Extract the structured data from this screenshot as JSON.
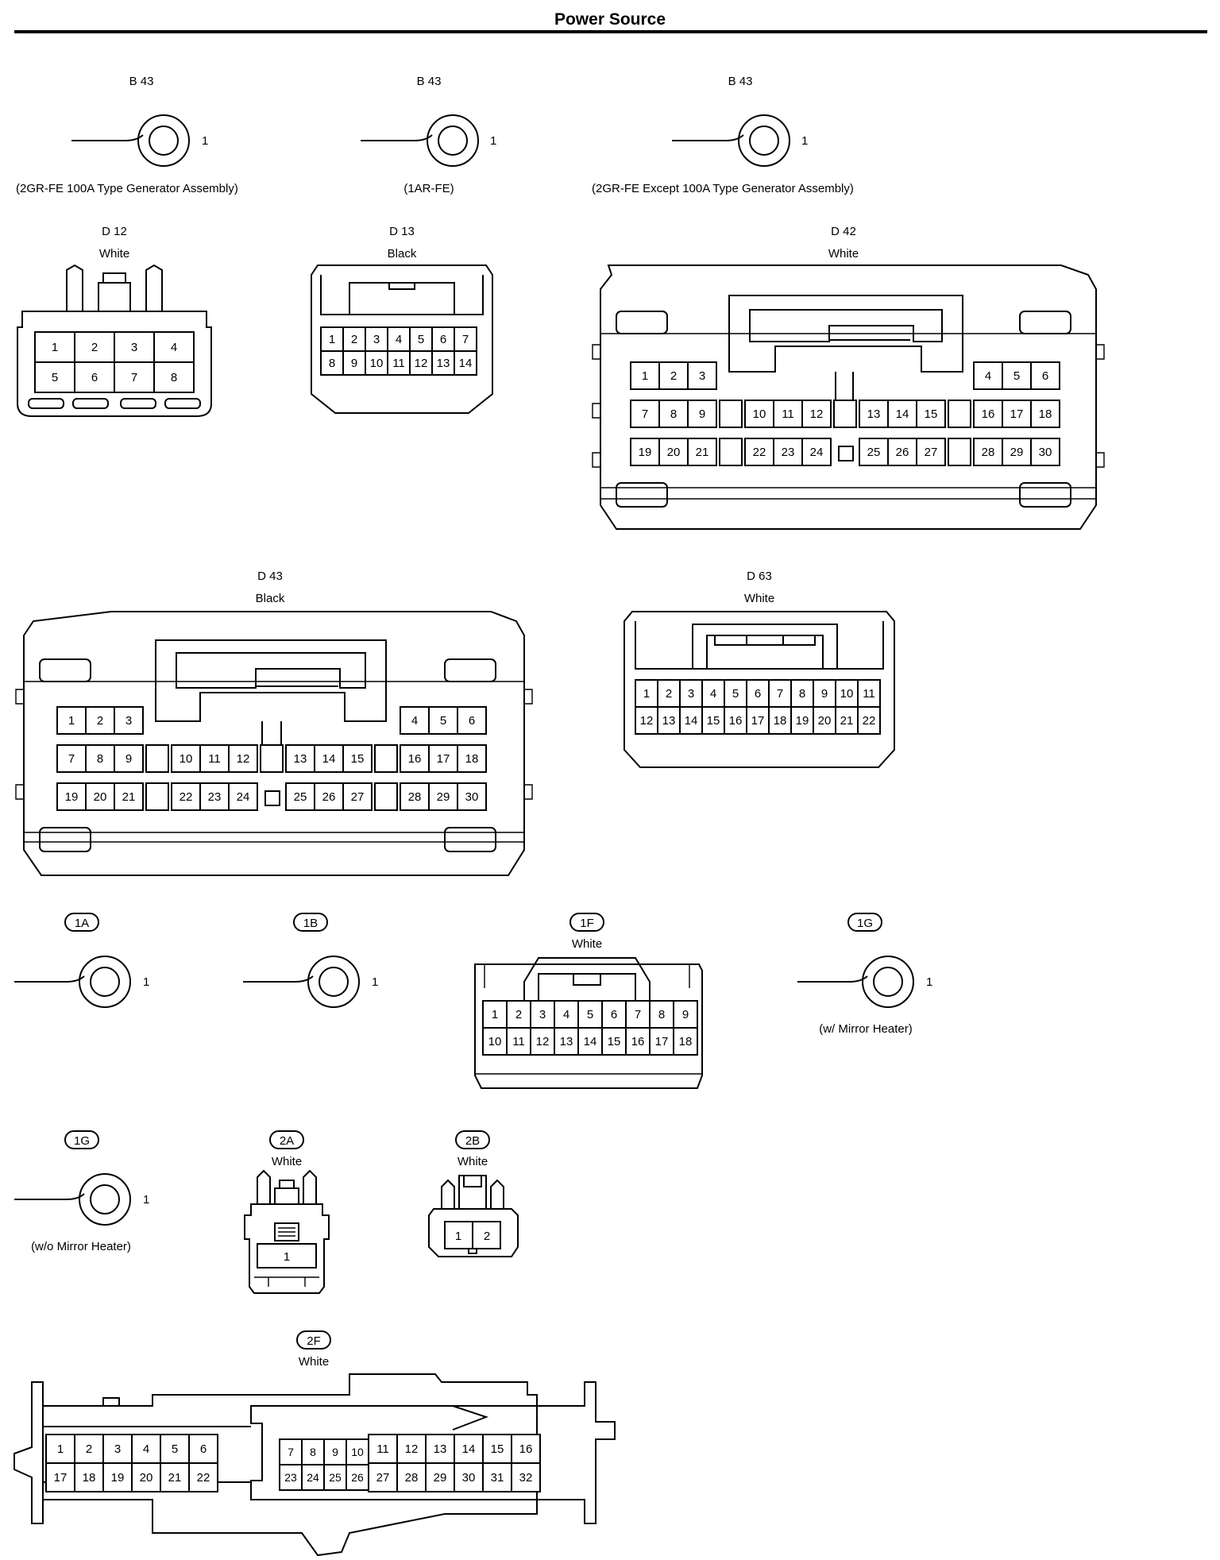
{
  "title": "Power Source",
  "connectors": {
    "b43_a": {
      "id": "B 43",
      "pin": "1",
      "note": "(2GR-FE 100A Type Generator Assembly)"
    },
    "b43_b": {
      "id": "B 43",
      "pin": "1",
      "note": "(1AR-FE)"
    },
    "b43_c": {
      "id": "B 43",
      "pin": "1",
      "note": "(2GR-FE Except 100A Type Generator Assembly)"
    },
    "d12": {
      "id": "D 12",
      "color": "White",
      "pins": [
        [
          "1",
          "2",
          "3",
          "4"
        ],
        [
          "5",
          "6",
          "7",
          "8"
        ]
      ]
    },
    "d13": {
      "id": "D 13",
      "color": "Black",
      "pins": [
        [
          "1",
          "2",
          "3",
          "4",
          "5",
          "6",
          "7"
        ],
        [
          "8",
          "9",
          "10",
          "11",
          "12",
          "13",
          "14"
        ]
      ]
    },
    "d42": {
      "id": "D 42",
      "color": "White",
      "row1_left": [
        "1",
        "2",
        "3"
      ],
      "row1_right": [
        "4",
        "5",
        "6"
      ],
      "row2": [
        [
          "7",
          "8",
          "9"
        ],
        [
          "10",
          "11",
          "12"
        ],
        [
          "13",
          "14",
          "15"
        ],
        [
          "16",
          "17",
          "18"
        ]
      ],
      "row3": [
        [
          "19",
          "20",
          "21"
        ],
        [
          "22",
          "23",
          "24"
        ],
        [
          "25",
          "26",
          "27"
        ],
        [
          "28",
          "29",
          "30"
        ]
      ]
    },
    "d43": {
      "id": "D 43",
      "color": "Black",
      "row1_left": [
        "1",
        "2",
        "3"
      ],
      "row1_right": [
        "4",
        "5",
        "6"
      ],
      "row2": [
        [
          "7",
          "8",
          "9"
        ],
        [
          "10",
          "11",
          "12"
        ],
        [
          "13",
          "14",
          "15"
        ],
        [
          "16",
          "17",
          "18"
        ]
      ],
      "row3": [
        [
          "19",
          "20",
          "21"
        ],
        [
          "22",
          "23",
          "24"
        ],
        [
          "25",
          "26",
          "27"
        ],
        [
          "28",
          "29",
          "30"
        ]
      ]
    },
    "d63": {
      "id": "D 63",
      "color": "White",
      "pins": [
        [
          "1",
          "2",
          "3",
          "4",
          "5",
          "6",
          "7",
          "8",
          "9",
          "10",
          "11"
        ],
        [
          "12",
          "13",
          "14",
          "15",
          "16",
          "17",
          "18",
          "19",
          "20",
          "21",
          "22"
        ]
      ]
    },
    "c1a": {
      "id": "1A",
      "pin": "1"
    },
    "c1b": {
      "id": "1B",
      "pin": "1"
    },
    "c1f": {
      "id": "1F",
      "color": "White",
      "pins": [
        [
          "1",
          "2",
          "3",
          "4",
          "5",
          "6",
          "7",
          "8",
          "9"
        ],
        [
          "10",
          "11",
          "12",
          "13",
          "14",
          "15",
          "16",
          "17",
          "18"
        ]
      ]
    },
    "c1g_a": {
      "id": "1G",
      "pin": "1",
      "note": "(w/ Mirror Heater)"
    },
    "c1g_b": {
      "id": "1G",
      "pin": "1",
      "note": "(w/o Mirror Heater)"
    },
    "c2a": {
      "id": "2A",
      "color": "White",
      "pin": "1"
    },
    "c2b": {
      "id": "2B",
      "color": "White",
      "pins": [
        "1",
        "2"
      ]
    },
    "c2f": {
      "id": "2F",
      "color": "White",
      "left": [
        [
          "1",
          "2",
          "3",
          "4",
          "5",
          "6"
        ],
        [
          "17",
          "18",
          "19",
          "20",
          "21",
          "22"
        ]
      ],
      "mid": [
        [
          "7",
          "8",
          "9",
          "10"
        ],
        [
          "23",
          "24",
          "25",
          "26"
        ]
      ],
      "right": [
        [
          "11",
          "12",
          "13",
          "14",
          "15",
          "16"
        ],
        [
          "27",
          "28",
          "29",
          "30",
          "31",
          "32"
        ]
      ]
    }
  }
}
